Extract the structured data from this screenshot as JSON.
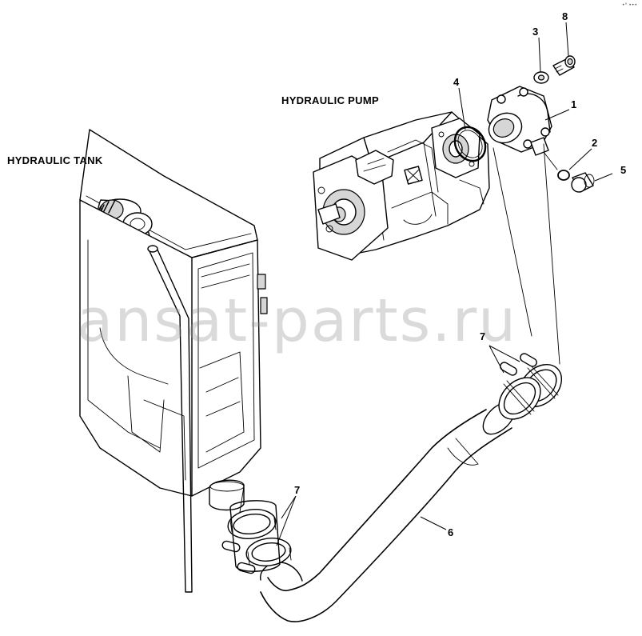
{
  "labels": {
    "hydraulic_tank": "HYDRAULIC TANK",
    "hydraulic_pump": "HYDRAULIC PUMP"
  },
  "callouts": {
    "c1": "1",
    "c2": "2",
    "c3": "3",
    "c4": "4",
    "c5": "5",
    "c6": "6",
    "c7_top": "7",
    "c7_bottom": "7",
    "c8": "8"
  },
  "watermark": "ansat-parts.ru",
  "corner_mark": "•° •••"
}
